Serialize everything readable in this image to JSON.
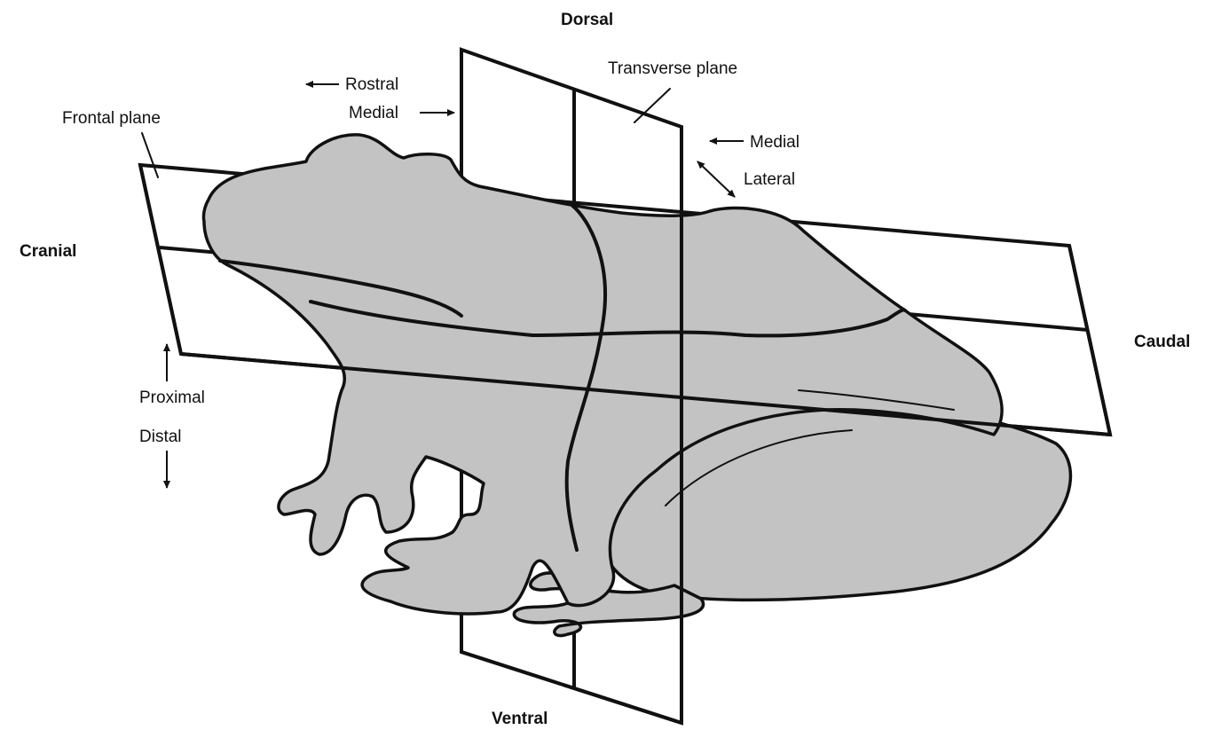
{
  "labels": {
    "dorsal": "Dorsal",
    "ventral": "Ventral",
    "cranial": "Cranial",
    "caudal": "Caudal",
    "rostral": "Rostral",
    "medial_top": "Medial",
    "medial_right": "Medial",
    "lateral": "Lateral",
    "frontal_plane": "Frontal plane",
    "transverse_plane": "Transverse plane",
    "proximal": "Proximal",
    "distal": "Distal"
  },
  "colors": {
    "frog_fill": "#c3c3c3",
    "line": "#111111",
    "background": "#ffffff"
  }
}
